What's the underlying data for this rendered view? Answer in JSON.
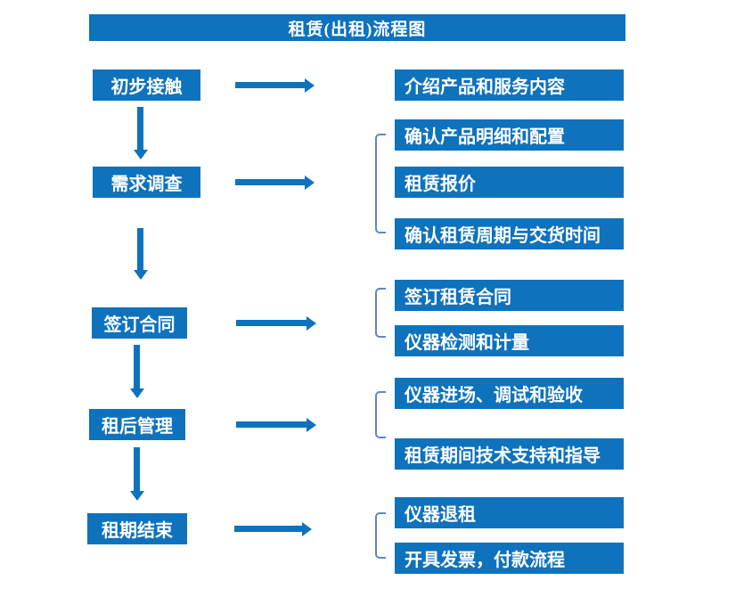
{
  "title": "租赁(出租)流程图",
  "colors": {
    "primary_blue": "#0e72bd",
    "bracket_blue": "#5b87c7",
    "text_white": "#ffffff",
    "background": "#ffffff"
  },
  "stages": [
    {
      "label": "初步接触",
      "details": [
        "介绍产品和服务内容"
      ]
    },
    {
      "label": "需求调查",
      "details": [
        "确认产品明细和配置",
        "租赁报价",
        "确认租赁周期与交货时间"
      ]
    },
    {
      "label": "签订合同",
      "details": [
        "签订租赁合同",
        "仪器检测和计量"
      ]
    },
    {
      "label": "租后管理",
      "details": [
        "仪器进场、调试和验收",
        "租赁期间技术支持和指导"
      ]
    },
    {
      "label": "租期结束",
      "details": [
        "仪器退租",
        "开具发票，付款流程"
      ]
    }
  ]
}
